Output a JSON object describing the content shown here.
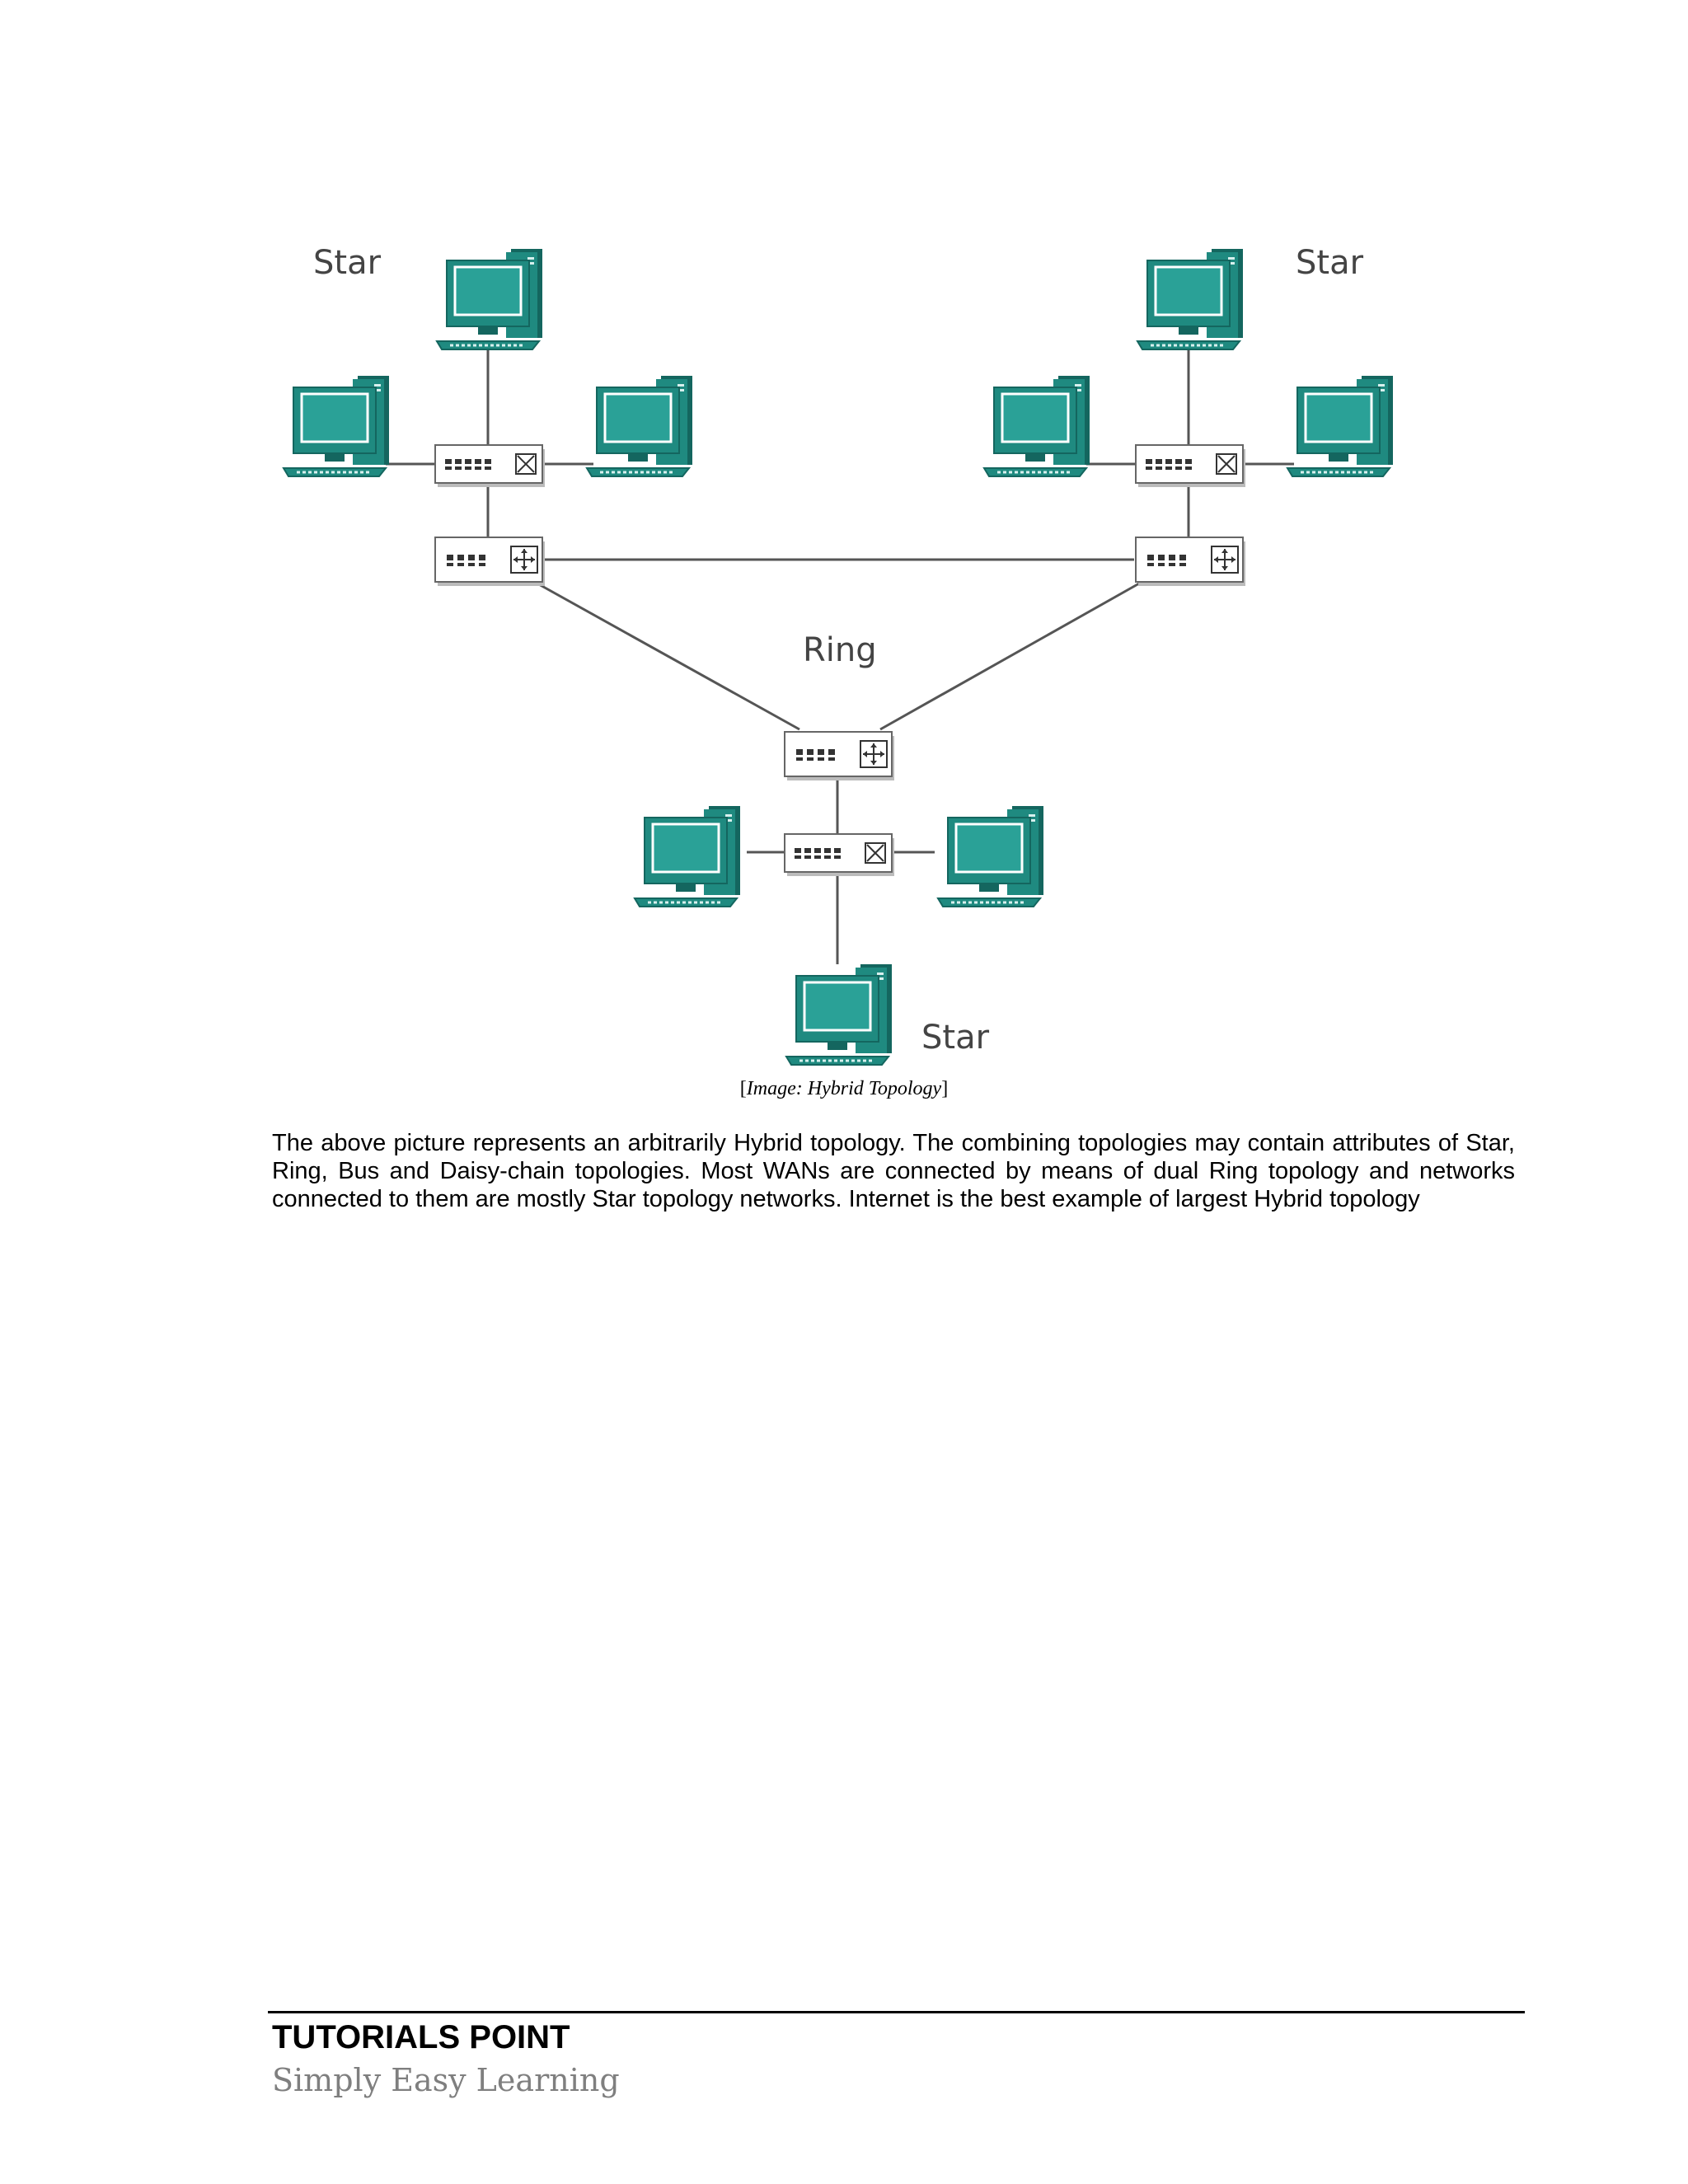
{
  "diagram": {
    "labels": {
      "star_top_left": "Star",
      "star_top_right": "Star",
      "ring": "Ring",
      "star_bottom": "Star"
    },
    "colors": {
      "monitor": "#1f8a80",
      "monitor_dark": "#14665f",
      "screen": "#2aa197",
      "link": "#555555",
      "device_body": "#ffffff",
      "device_border": "#666666"
    }
  },
  "caption": {
    "open": "[",
    "text": "Image: Hybrid Topology",
    "close": "]"
  },
  "body": {
    "paragraph": "The above picture represents an arbitrarily Hybrid topology. The combining topologies may contain attributes of Star, Ring, Bus and Daisy-chain topologies. Most WANs are connected by means of dual Ring topology and networks connected to them are mostly Star topology networks. Internet is the best example of largest Hybrid topology"
  },
  "footer": {
    "title": "TUTORIALS POINT",
    "tagline": "Simply Easy Learning"
  }
}
